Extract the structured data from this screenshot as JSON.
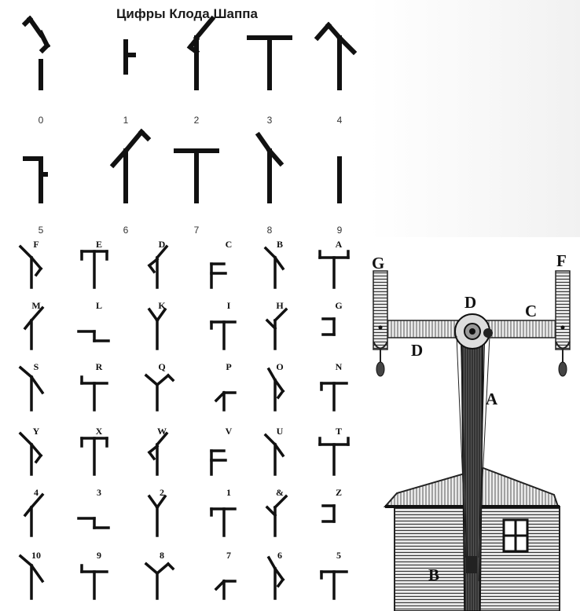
{
  "title": "Цифры Клода Шаппа",
  "digits": [
    {
      "label": "0",
      "glyph": "bar-left-up-hook"
    },
    {
      "label": "1",
      "glyph": "short-right-stub"
    },
    {
      "label": "2",
      "glyph": "bar-right-up-hook"
    },
    {
      "label": "3",
      "glyph": "t-full"
    },
    {
      "label": "4",
      "glyph": "bar-left-up-down"
    },
    {
      "label": "5",
      "glyph": "bar-right-down-left"
    },
    {
      "label": "6",
      "glyph": "bar-right-up-down"
    },
    {
      "label": "7",
      "glyph": "t-full"
    },
    {
      "label": "8",
      "glyph": "bar-left-up-right"
    },
    {
      "label": "9",
      "glyph": "vertical-only"
    }
  ],
  "letter_rows": [
    [
      "F",
      "E",
      "D",
      "C",
      "B",
      "A"
    ],
    [
      "M",
      "L",
      "K",
      "I",
      "H",
      "G"
    ],
    [
      "S",
      "R",
      "Q",
      "P",
      "O",
      "N"
    ],
    [
      "Y",
      "X",
      "W",
      "V",
      "U",
      "T"
    ],
    [
      "4",
      "3",
      "2",
      "1",
      "&",
      "Z"
    ],
    [
      "10",
      "9",
      "8",
      "7",
      "6",
      "5"
    ]
  ],
  "machine": {
    "labels": {
      "G": "G",
      "F": "F",
      "D_top": "D",
      "C": "C",
      "D_left": "D",
      "A": "A",
      "B": "B"
    }
  }
}
